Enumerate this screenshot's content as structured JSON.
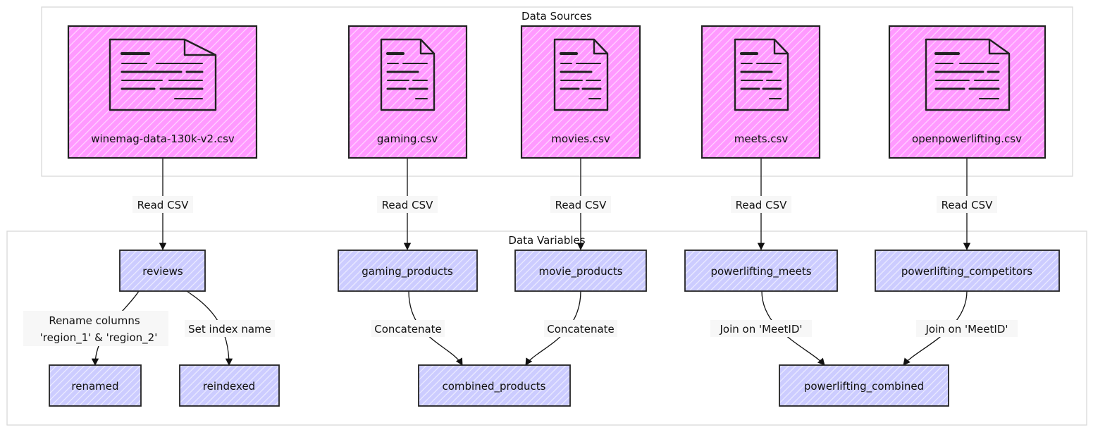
{
  "clusters": {
    "sources_title": "Data Sources",
    "variables_title": "Data Variables"
  },
  "sources": [
    {
      "id": "wine",
      "label": "winemag-data-130k-v2.csv",
      "icon": "document-icon"
    },
    {
      "id": "gaming",
      "label": "gaming.csv",
      "icon": "document-icon"
    },
    {
      "id": "movies",
      "label": "movies.csv",
      "icon": "document-icon"
    },
    {
      "id": "meets",
      "label": "meets.csv",
      "icon": "document-icon"
    },
    {
      "id": "opl",
      "label": "openpowerlifting.csv",
      "icon": "document-icon"
    }
  ],
  "variables": {
    "reviews": "reviews",
    "gaming_products": "gaming_products",
    "movie_products": "movie_products",
    "powerlifting_meets": "powerlifting_meets",
    "powerlifting_competitors": "powerlifting_competitors",
    "renamed": "renamed",
    "reindexed": "reindexed",
    "combined_products": "combined_products",
    "powerlifting_combined": "powerlifting_combined"
  },
  "edges": {
    "read_csv": "Read CSV",
    "rename_line1": "Rename columns",
    "rename_line2": "'region_1' & 'region_2'",
    "set_index": "Set index name",
    "concatenate": "Concatenate",
    "join": "Join on 'MeetID'"
  },
  "colors": {
    "source_fill": "#ff99ff",
    "variable_fill": "#ccccff",
    "hatch": "#ffffff",
    "stroke": "#222222"
  }
}
